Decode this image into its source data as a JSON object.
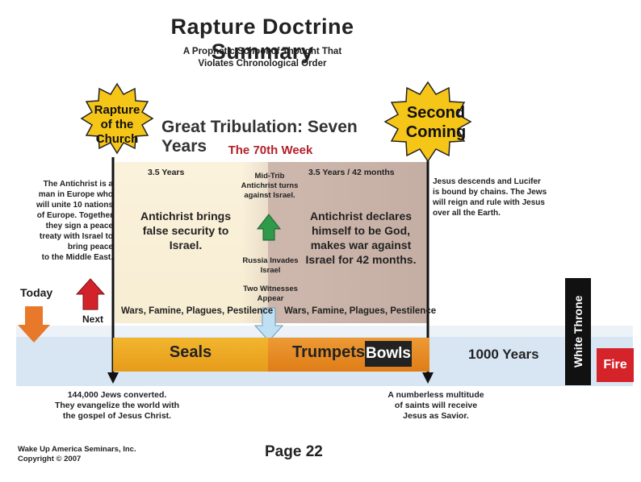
{
  "header": {
    "title": "Rapture Doctrine Summary",
    "subtitle_line1": "A Prophetic School of Thought That",
    "subtitle_line2": "Violates Chronological Order"
  },
  "events": {
    "rapture": [
      "Rapture",
      "of the",
      "Church"
    ],
    "second_coming": [
      "Second",
      "Coming"
    ]
  },
  "tribulation": {
    "title": "Great Tribulation: Seven Years",
    "week": "The 70th Week",
    "left_years": "3.5 Years",
    "right_years": "3.5 Years / 42 months",
    "midtrib": [
      "Mid-Trib",
      "Antichrist turns",
      "against Israel."
    ],
    "left_desc": [
      "Antichrist brings",
      "false security to",
      "Israel."
    ],
    "right_desc": [
      "Antichrist declares",
      "himself to be God,",
      "makes war against",
      "Israel for 42 months."
    ],
    "russia": [
      "Russia Invades",
      "Israel"
    ],
    "witnesses": [
      "Two Witnesses",
      "Appear"
    ],
    "wars_left": "Wars, Famine, Plagues, Pestilence",
    "wars_right": "Wars, Famine, Plagues, Pestilence"
  },
  "side_notes": {
    "antichrist": [
      "The Antichrist is a",
      "man in Europe who",
      "will unite 10 nations",
      "of Europe.  Together",
      "they sign a peace",
      "treaty with Israel to",
      "bring peace",
      "to the Middle East."
    ],
    "jesus": [
      "Jesus descends and Lucifer",
      "is bound by chains. The Jews",
      "will reign and rule with Jesus",
      "over all the Earth."
    ],
    "today": "Today",
    "next": "Next"
  },
  "timeline": {
    "seals": "Seals",
    "trumpets": "Trumpets",
    "bowls": "Bowls",
    "millennium": "1000 Years",
    "white_throne": "White Throne",
    "fire": "Fire"
  },
  "bottom_notes": {
    "jews": [
      "144,000 Jews converted.",
      "They evangelize the world with",
      "the gospel of Jesus Christ."
    ],
    "multitude": [
      "A numberless multitude",
      "of saints will receive",
      "Jesus as Savior."
    ]
  },
  "footer": {
    "page": "Page 22",
    "publisher": "Wake Up America Seminars, Inc.",
    "copyright": "Copyright © 2007"
  },
  "colors": {
    "star_fill": "#f5c518",
    "week_red": "#b3202a",
    "up_arrow_green": "#2f9a4a",
    "next_arrow_red": "#d2232a",
    "today_arrow_orange": "#e8782a",
    "fire_red": "#d5232a"
  }
}
